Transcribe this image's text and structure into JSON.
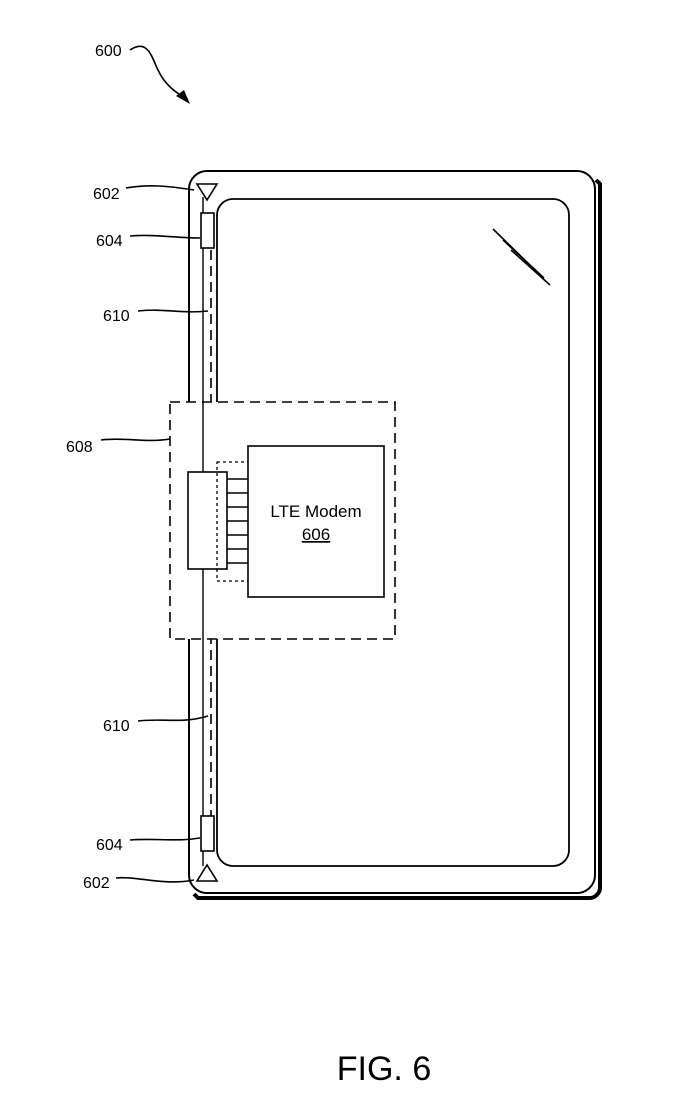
{
  "figure": {
    "ref_main": "600",
    "caption": "FIG. 6"
  },
  "labels": {
    "antenna_top": "602",
    "tuner_top": "604",
    "line_top": "610",
    "module": "608",
    "line_bottom": "610",
    "tuner_bottom": "604",
    "antenna_bottom": "602"
  },
  "modem": {
    "name": "LTE Modem",
    "ref": "606"
  }
}
